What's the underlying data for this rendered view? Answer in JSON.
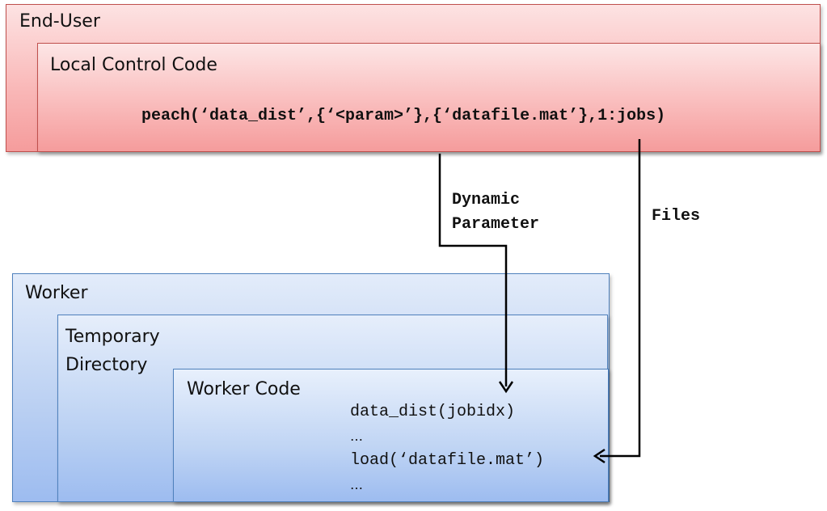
{
  "end_user": {
    "title": "End-User"
  },
  "local_control": {
    "title": "Local Control Code",
    "code": "peach(‘data_dist’,{‘<param>’},{‘datafile.mat’},1:jobs)"
  },
  "connectors": {
    "dynamic_line1": "Dynamic",
    "dynamic_line2": "Parameter",
    "files": "Files"
  },
  "worker": {
    "title": "Worker"
  },
  "temp_dir": {
    "title_line1": "Temporary",
    "title_line2": "Directory"
  },
  "worker_code": {
    "title": "Worker Code",
    "line1": "data_dist(jobidx)",
    "line2": "…",
    "line3": "load(‘datafile.mat’)",
    "line4": "…"
  }
}
